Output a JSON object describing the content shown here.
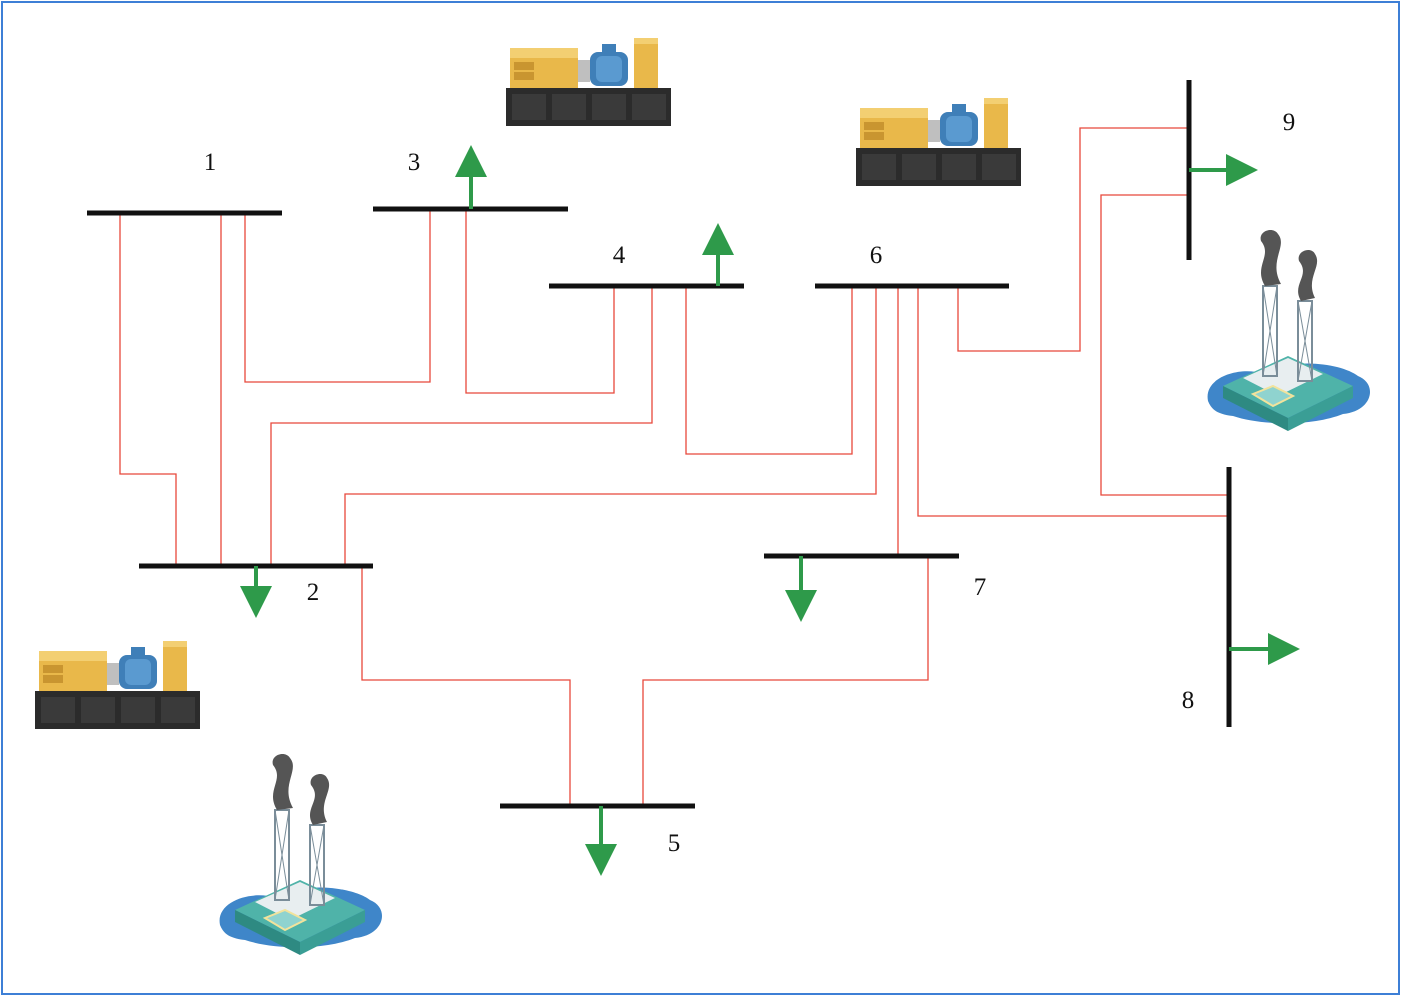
{
  "buses": [
    {
      "id": "1",
      "label": "1"
    },
    {
      "id": "2",
      "label": "2"
    },
    {
      "id": "3",
      "label": "3"
    },
    {
      "id": "4",
      "label": "4"
    },
    {
      "id": "5",
      "label": "5"
    },
    {
      "id": "6",
      "label": "6"
    },
    {
      "id": "7",
      "label": "7"
    },
    {
      "id": "8",
      "label": "8"
    },
    {
      "id": "9",
      "label": "9"
    }
  ],
  "colors": {
    "bus": "#111111",
    "line": "#e8483b",
    "arrow": "#2e9a4a",
    "frame": "#3d7fd6",
    "generator_body": "#e9b84a",
    "generator_motor": "#3f7fb8",
    "generator_base": "#2b2b2b",
    "plant_water": "#3f86c9",
    "plant_building": "#4fb3a9",
    "smoke": "#555555"
  },
  "icons": {
    "generator": "generator-icon",
    "power_plant": "power-plant-icon",
    "load": "arrow-icon"
  }
}
